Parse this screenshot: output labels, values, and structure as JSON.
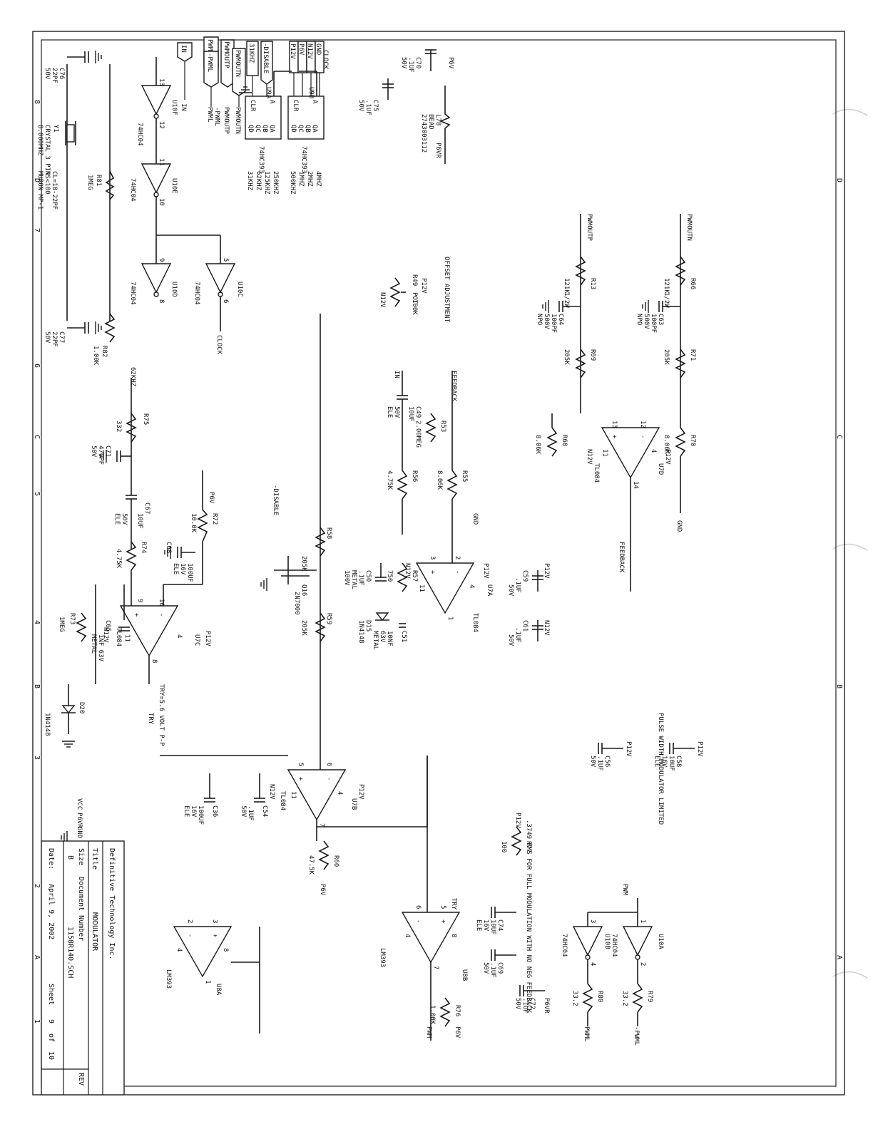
{
  "title_block": {
    "title_label": "Title",
    "company": "Definitive Technology Inc.",
    "title": "MODULATOR",
    "size_label": "Size",
    "size": "B",
    "docnum_label": "Document Number",
    "doc_number": "1158R140.SCH",
    "rev_label": "REV",
    "date_label": "Date:",
    "date": "April  9, 2002",
    "sheet_label": "Sheet",
    "sheet_no": "9",
    "sheet_of": "of",
    "sheet_total": "10"
  },
  "supply_legend": [
    "VCC",
    "P6VR",
    "GND"
  ],
  "border": {
    "col_letters": [
      "A",
      "B",
      "C",
      "D"
    ],
    "row_numbers": [
      "8",
      "7",
      "6",
      "5",
      "4",
      "3",
      "2",
      "1"
    ]
  },
  "ports": {
    "items": [
      "IN",
      "PWML",
      "-PWML",
      "PWMOUTP",
      "PWMOUTN",
      "31KHZ",
      "-DISABLE",
      "P12V",
      "P6V",
      "N12V",
      "GND"
    ],
    "in_net": "IN"
  },
  "clock": {
    "u10f": {
      "ref": "U10F",
      "part": "74HC04",
      "pins": [
        "13",
        "12"
      ]
    },
    "u10e": {
      "ref": "U10E",
      "part": "74HC04",
      "pins": [
        "11",
        "10"
      ]
    },
    "u10d": {
      "ref": "U10D",
      "part": "74HC04",
      "pins": [
        "9",
        "8"
      ]
    },
    "u10c": {
      "ref": "U10C",
      "part": "74HC04",
      "pins": [
        "5",
        "6"
      ]
    },
    "crystal": [
      "Y1",
      "CRYSTAL 3 PIN",
      "8.000MHZ",
      "CL=18-22PF",
      "RS<100",
      "MURON MP-1"
    ],
    "c76": [
      "C76",
      "22PF",
      "50V"
    ],
    "c77": [
      "C77",
      "22PF",
      "50V"
    ],
    "r81": [
      "R81",
      "1MEG"
    ],
    "r82": [
      "R82",
      "1.00K"
    ],
    "clock_net": "CLOCK"
  },
  "divider": {
    "u9a": {
      "ref": "U9A",
      "part": "74HC393",
      "pins": [
        "A",
        "CLR",
        "QA",
        "QB",
        "QC",
        "QD"
      ],
      "freqs": [
        "250KHZ",
        "125KHZ",
        "62KHZ",
        "31KHZ"
      ]
    },
    "u9b": {
      "ref": "U9B",
      "part": "74HC393",
      "pins": [
        "A",
        "CLR",
        "QA",
        "QB",
        "QC",
        "QD"
      ],
      "freqs": [
        "4MHZ",
        "2MHZ",
        "1MHZ",
        "500KHZ"
      ]
    },
    "clock_in": "CLOCK",
    "c70": [
      "C70",
      ".1UF",
      "50V"
    ],
    "c75": [
      "C75",
      ".1UF",
      "50V"
    ],
    "l78": [
      "L78",
      "BEAD",
      "2743003112"
    ],
    "nets": [
      "P6V",
      "P6VR"
    ]
  },
  "triangle_gen": {
    "r75": [
      "R75",
      "332"
    ],
    "net_62k": "62KHZ",
    "c71": [
      "C71",
      "470PF",
      "50V"
    ],
    "c67": [
      "C67",
      "10UF",
      "50V",
      "ELE"
    ],
    "r72": [
      "R72",
      "10.0K"
    ],
    "r74": [
      "R74",
      "4.75K"
    ],
    "c68": [
      "C68",
      "100UF",
      "16V",
      "ELE"
    ],
    "u7c": {
      "ref": "U7C",
      "part": "TL084",
      "pins": [
        "10",
        "9",
        "8",
        "4",
        "11"
      ]
    },
    "c65": [
      "C65",
      "1NF 63V",
      "METAL"
    ],
    "r73": [
      "R73",
      "1MEG"
    ],
    "d20": [
      "D20",
      "1N4148"
    ],
    "try_label": "TRY",
    "try_note": "TRY=5.6 VOLT P-P",
    "nets": [
      "P6V",
      "P12V",
      "N12V"
    ]
  },
  "input_stage": {
    "offset_title": "OFFSET ADJUSTMENT",
    "pot": [
      "R49",
      "POT",
      "100K"
    ],
    "c49": [
      "C49",
      "10UF",
      "50V",
      "ELE"
    ],
    "r53": [
      "R53",
      "2.00MEG"
    ],
    "r56": [
      "R56",
      "4.75K"
    ],
    "r55": [
      "R55",
      "8.06K"
    ],
    "feedback": "FEEDBACK",
    "u7a": {
      "ref": "U7A",
      "part": "TL084",
      "pins": [
        "2",
        "3",
        "1",
        "4",
        "11"
      ]
    },
    "r57": [
      "R57",
      "750"
    ],
    "c50": [
      "C50",
      ".1UF",
      "METAL",
      "100V"
    ],
    "d15": [
      "D15",
      "1N4148"
    ],
    "c51": [
      "C51",
      "10NF",
      "63V",
      "METAL"
    ],
    "c59": [
      "C59",
      ".1UF",
      "50V"
    ],
    "c61": [
      "C61",
      ".1UF",
      "50V"
    ],
    "nets": [
      "IN",
      "P12V",
      "N12V",
      "GND"
    ]
  },
  "disable_stage": {
    "net": "-DISABLE",
    "q16": [
      "Q16",
      "2N7000"
    ],
    "r58": [
      "R58",
      "205K"
    ],
    "r59": [
      "R59",
      "205K"
    ]
  },
  "output_diff": {
    "r66": [
      "R66",
      "121K",
      "1/2W"
    ],
    "r13": [
      "R13",
      "121K",
      "1/2W"
    ],
    "c63": [
      "C63",
      "100PF",
      "500V",
      "NPO"
    ],
    "c64": [
      "C64",
      "100PF",
      "500V",
      "NPO"
    ],
    "r71": [
      "R71",
      "205K"
    ],
    "r69": [
      "R69",
      "205K"
    ],
    "r70": [
      "R70",
      "8.06K"
    ],
    "r68": [
      "R68",
      "8.06K"
    ],
    "u7d": {
      "ref": "U7D",
      "part": "TL084",
      "pins": [
        "12",
        "13",
        "14",
        "4",
        "11"
      ]
    },
    "nets": [
      "PWMOUTN",
      "PWMOUTP",
      "GND",
      "FEEDBACK",
      "P12V",
      "N12V"
    ]
  },
  "integrator": {
    "u7b": {
      "ref": "U7B",
      "part": "TL084",
      "pins": [
        "6",
        "5",
        "7",
        "4",
        "11"
      ]
    },
    "c54": [
      "C54",
      ".1UF",
      "50V"
    ],
    "c36": [
      "C36",
      "100UF",
      "16V",
      "ELE"
    ],
    "r60": [
      "R60",
      "47.5K"
    ],
    "nets": [
      "P12V",
      "N12V",
      "P6V"
    ]
  },
  "comparator": {
    "note": ".3749 RMS FOR FULL MODULATION WITH NO NEG FEEDBACK",
    "r77": [
      "R77",
      "100"
    ],
    "c74": [
      "C74",
      "10UF",
      "16V",
      "ELE"
    ],
    "c69": [
      "C69",
      ".1UF",
      "50V"
    ],
    "u8b": {
      "ref": "U8B",
      "part": "LM393",
      "pins": [
        "5",
        "6",
        "7",
        "8",
        "4"
      ]
    },
    "u8a": {
      "ref": "U8A",
      "part": "LM393",
      "pins": [
        "3",
        "2",
        "1",
        "8",
        "4"
      ]
    },
    "r76": [
      "R76",
      "1.00K"
    ],
    "pwm_net": "PWM",
    "try_net": "TRY",
    "nets": [
      "P12V",
      "P6V"
    ]
  },
  "pwm_out": {
    "title": "PULSE WIDTH MODULATOR LIMITED",
    "u10a": {
      "ref": "U10A",
      "part": "74HC04",
      "pins": [
        "1",
        "2"
      ]
    },
    "u10b": {
      "ref": "U10B",
      "part": "74HC04",
      "pins": [
        "3",
        "4"
      ]
    },
    "r79": [
      "R79",
      "33.2"
    ],
    "r80": [
      "R80",
      "33.2"
    ],
    "c72": [
      "C72",
      ".1UF",
      "50V"
    ],
    "nets": [
      "PWM",
      "-PWML",
      "PWML",
      "P6VR"
    ]
  },
  "bypass": {
    "c58": [
      "C58",
      "10UF",
      "16V",
      "ELE"
    ],
    "c56": [
      "C56",
      ".1UF",
      "50V"
    ],
    "nets": [
      "P12V",
      "P12V"
    ]
  }
}
